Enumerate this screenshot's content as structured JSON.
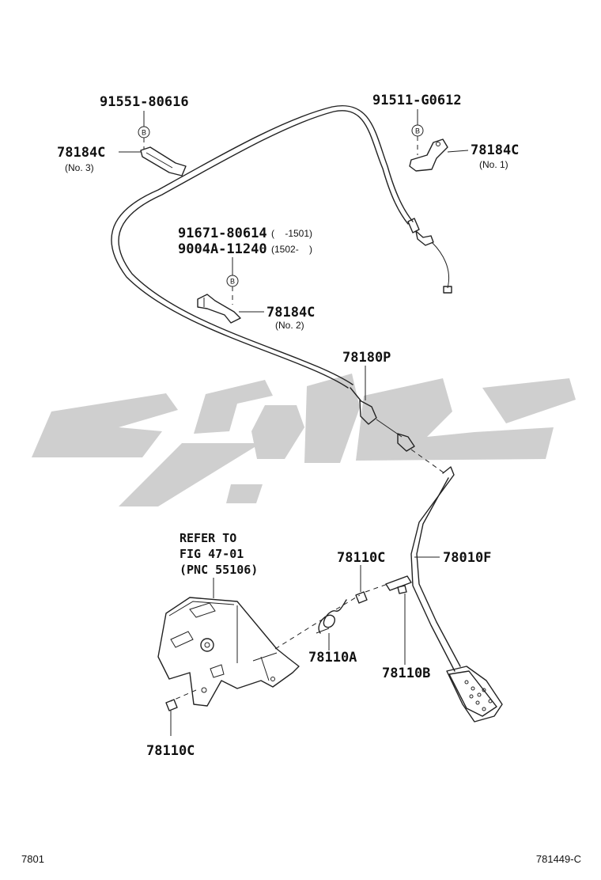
{
  "labels": {
    "part_91551": "91551-80616",
    "part_91511": "91511-G0612",
    "bracket_no3": "78184C",
    "bracket_no3_note": "(No. 3)",
    "bracket_no1": "78184C",
    "bracket_no1_note": "(No. 1)",
    "part_91671": "91671-80614",
    "part_91671_range": "(    -1501)",
    "part_9004a": "9004A-11240",
    "part_9004a_range": "(1502-    )",
    "bracket_no2": "78184C",
    "bracket_no2_note": "(No. 2)",
    "cable": "78180P",
    "refer_line1": "REFER TO",
    "refer_line2": "FIG 47-01",
    "refer_line3": "(PNC 55106)",
    "clip_upper": "78110C",
    "pedal": "78010F",
    "spring": "78110A",
    "pin": "78110B",
    "clip_lower": "78110C",
    "bubble_b": "B"
  },
  "footer": {
    "left": "7801",
    "right": "781449-C"
  },
  "colors": {
    "line": "#222222",
    "watermark": "#cfcfcf"
  }
}
